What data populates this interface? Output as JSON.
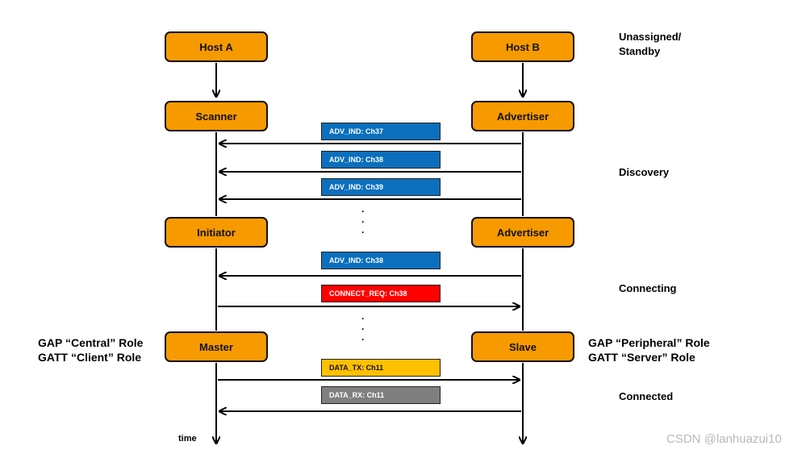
{
  "nodes": {
    "host_a": "Host A",
    "host_b": "Host B",
    "scanner": "Scanner",
    "advertiser_1": "Advertiser",
    "initiator": "Initiator",
    "advertiser_2": "Advertiser",
    "master": "Master",
    "slave": "Slave"
  },
  "messages": {
    "adv_ind_37": "ADV_IND: Ch37",
    "adv_ind_38a": "ADV_IND: Ch38",
    "adv_ind_39": "ADV_IND: Ch39",
    "adv_ind_38b": "ADV_IND: Ch38",
    "connect_req": "CONNECT_REQ: Ch38",
    "data_tx": "DATA_TX: Ch11",
    "data_rx": "DATA_RX: Ch11"
  },
  "phases": {
    "unassigned_line1": "Unassigned/",
    "unassigned_line2": "Standby",
    "discovery": "Discovery",
    "connecting": "Connecting",
    "connected": "Connected"
  },
  "roles": {
    "central_gap": "GAP “Central” Role",
    "central_gatt": "GATT “Client” Role",
    "peripheral_gap": "GAP “Peripheral” Role",
    "peripheral_gatt": "GATT “Server” Role"
  },
  "dots": {
    "dot": "."
  },
  "time_label": "time",
  "watermark": "CSDN @lanhuazui10",
  "colors": {
    "node_fill": "#f79a00",
    "adv_ind": "#0b6fbd",
    "connect_req": "#ff0000",
    "data_tx": "#ffc000",
    "data_rx": "#7f7f7f"
  }
}
